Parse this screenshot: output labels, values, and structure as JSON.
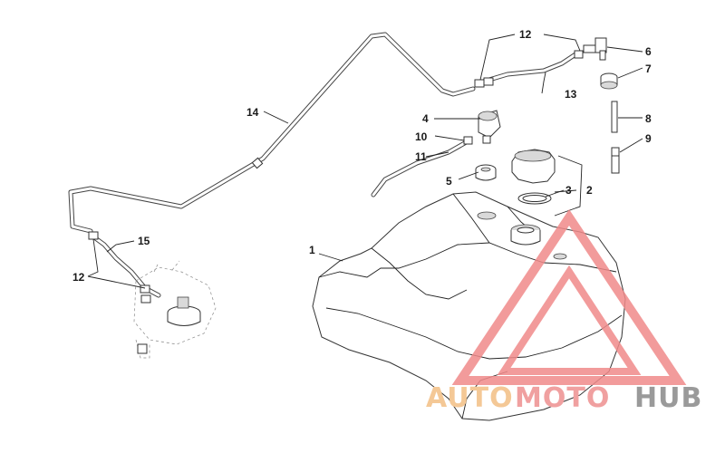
{
  "callouts": [
    {
      "id": "c1",
      "label": "1"
    },
    {
      "id": "c2",
      "label": "2"
    },
    {
      "id": "c3",
      "label": "3"
    },
    {
      "id": "c4",
      "label": "4"
    },
    {
      "id": "c5",
      "label": "5"
    },
    {
      "id": "c6",
      "label": "6"
    },
    {
      "id": "c7",
      "label": "7"
    },
    {
      "id": "c8",
      "label": "8"
    },
    {
      "id": "c9",
      "label": "9"
    },
    {
      "id": "c10",
      "label": "10"
    },
    {
      "id": "c11",
      "label": "11"
    },
    {
      "id": "c12a",
      "label": "12"
    },
    {
      "id": "c12b",
      "label": "12"
    },
    {
      "id": "c13",
      "label": "13"
    },
    {
      "id": "c14",
      "label": "14"
    },
    {
      "id": "c15",
      "label": "15"
    }
  ],
  "watermark": {
    "part1": "AUTO",
    "part2": "MOTO",
    "part3": "HUB",
    "color_auto": "#f4c896",
    "color_moto": "#f0a0a0",
    "color_hub": "#9a9a9a",
    "triangle_color": "#f08a8a"
  }
}
